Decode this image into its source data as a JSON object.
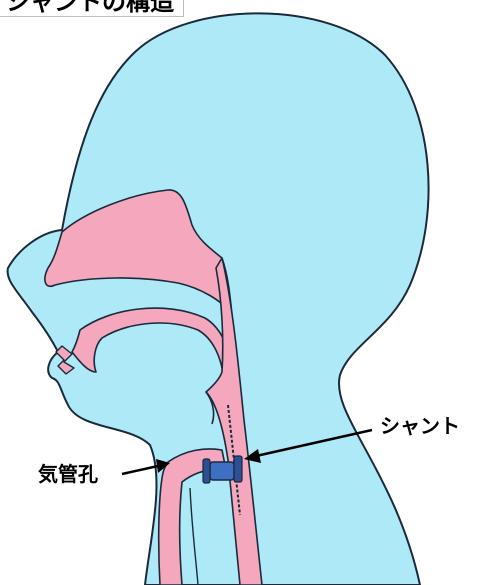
{
  "title": "シャントの構造",
  "labels": {
    "shunt": "シャント",
    "stoma": "気管孔"
  },
  "colors": {
    "skin": "#aee9f7",
    "airway": "#f4a7bd",
    "outline": "#1a2a3a",
    "shunt": "#3f6fc2",
    "shunt_dark": "#2c4f96"
  }
}
